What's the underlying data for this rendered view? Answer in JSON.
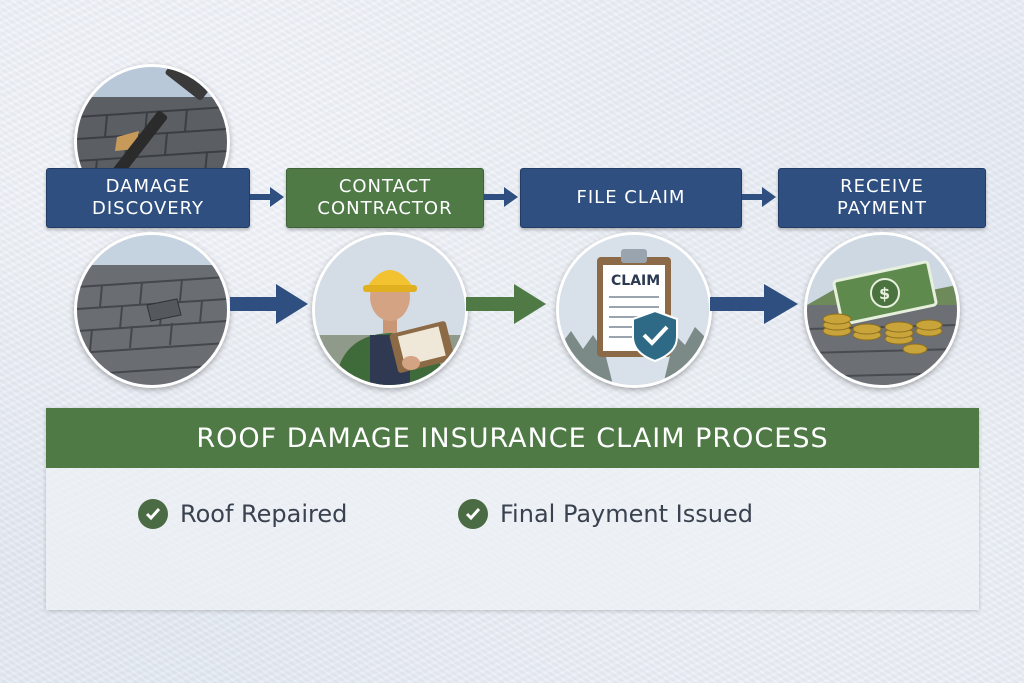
{
  "steps": [
    {
      "label": "Damage\nDiscovery",
      "color": "#2e4f7f"
    },
    {
      "label": "Contact\nContractor",
      "color": "#4f7a46"
    },
    {
      "label": "File Claim",
      "color": "#2e4f7f"
    },
    {
      "label": "Receive\nPayment",
      "color": "#2e4f7f"
    }
  ],
  "illustrations": {
    "hammer": "hammer-on-roof-icon",
    "roof": "damaged-shingles-icon",
    "contractor": "contractor-with-clipboard-icon",
    "claim": "claim-clipboard-shield-icon",
    "payment": "money-and-coins-icon"
  },
  "claim_card_text": "CLAIM",
  "banner": {
    "title": "Roof Damage Insurance Claim Process",
    "items": [
      "Roof Repaired",
      "Final Payment Issued"
    ]
  },
  "colors": {
    "blue": "#2e4f7f",
    "green": "#4f7a46",
    "arrow_blue": "#2e4f7f",
    "arrow_green": "#4f7a46"
  }
}
